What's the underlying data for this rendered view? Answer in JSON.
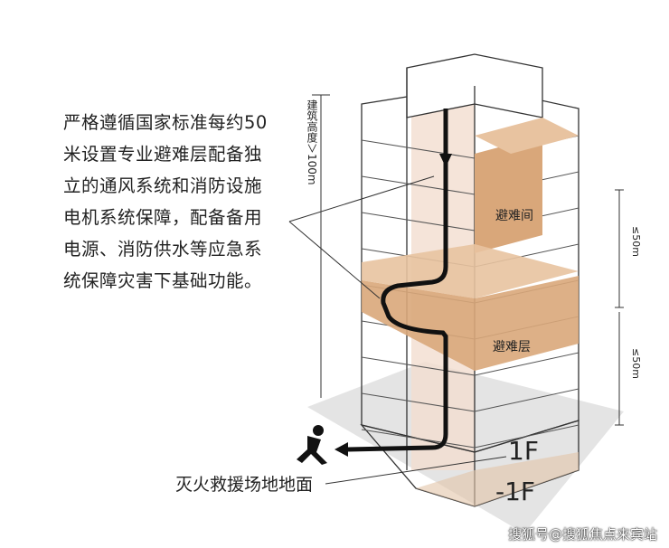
{
  "description_text": [
    "严格遵循国家标准每约50",
    "米设置专业避难层配备独",
    "立的通风系统和消防设施",
    "电机系统保障，配备备用",
    "电源、消防供水等应急系",
    "统保障灾害下基础功能。"
  ],
  "labels": {
    "building_height": "建筑高度＞100m",
    "interval_top": "≤50m",
    "interval_bottom": "≤50m",
    "refuge_room": "避难间",
    "refuge_floor": "避难层",
    "first_floor": "1F",
    "basement": "-1F",
    "rescue_ground": "灭火救援场地地面"
  },
  "watermark": "搜狐号@搜狐焦点来宾站",
  "colors": {
    "refuge": "#d9a77a",
    "shaft": "#f3ddd0",
    "route": "#111111"
  }
}
